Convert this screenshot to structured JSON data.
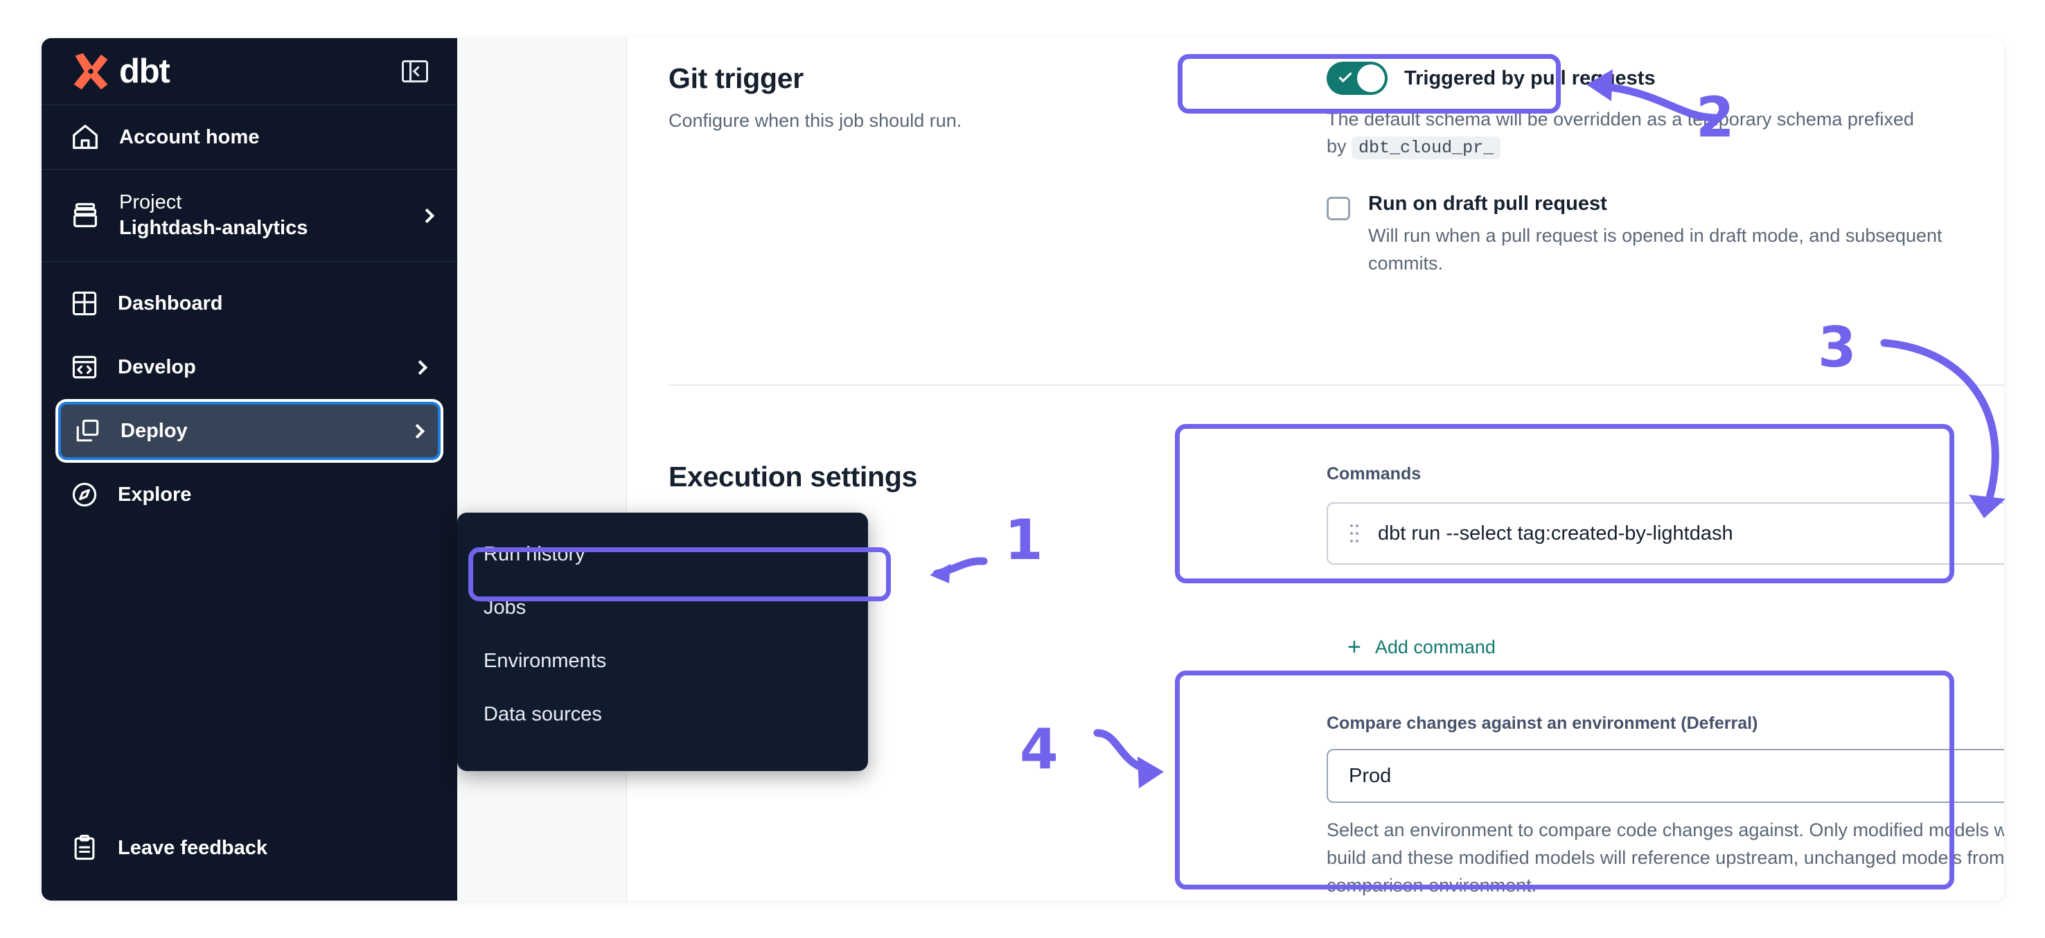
{
  "sidebar": {
    "brand": {
      "word": "dbt",
      "logo_icon": "dbt-logo-icon",
      "collapse_icon": "panel-collapse-icon"
    },
    "account_home": {
      "label": "Account home",
      "icon": "home-icon"
    },
    "project": {
      "top_label": "Project",
      "name": "Lightdash-analytics",
      "icon": "project-stack-icon"
    },
    "nav": [
      {
        "label": "Dashboard",
        "icon": "dashboard-grid-icon",
        "has_chevron": false,
        "active": false
      },
      {
        "label": "Develop",
        "icon": "code-brackets-icon",
        "has_chevron": true,
        "active": false
      },
      {
        "label": "Deploy",
        "icon": "deploy-squares-icon",
        "has_chevron": true,
        "active": true
      },
      {
        "label": "Explore",
        "icon": "compass-icon",
        "has_chevron": false,
        "active": false
      }
    ],
    "footer": {
      "label": "Leave feedback",
      "icon": "clipboard-icon"
    }
  },
  "flyout": {
    "items": [
      {
        "label": "Run history"
      },
      {
        "label": "Jobs"
      },
      {
        "label": "Environments"
      },
      {
        "label": "Data sources"
      }
    ]
  },
  "git_trigger": {
    "title": "Git trigger",
    "subtitle": "Configure when this job should run.",
    "toggle_label": "Triggered by pull requests",
    "toggle_on": true,
    "help_prefix": "The default schema will be overridden as a temporary schema prefixed",
    "help_by": "by",
    "help_code": "dbt_cloud_pr_",
    "draft": {
      "title": "Run on draft pull request",
      "checked": false,
      "desc": "Will run when a pull request is opened in draft mode, and subsequent commits."
    }
  },
  "execution": {
    "title": "Execution settings",
    "commands_label": "Commands",
    "commands": [
      {
        "text": "dbt run --select tag:created-by-lightdash",
        "drag_icon": "drag-handle-icon"
      }
    ],
    "add_command_label": "Add command",
    "add_command_icon": "plus-icon",
    "deferral": {
      "label": "Compare changes against an environment (Deferral)",
      "value": "Prod",
      "chevron_icon": "chevron-down-icon",
      "desc": "Select an environment to compare code changes against. Only modified models will build and these modified models will reference upstream, unchanged models from the comparison environment."
    }
  },
  "annotations": {
    "color": "#7163eb",
    "markers": [
      {
        "number": "1"
      },
      {
        "number": "2"
      },
      {
        "number": "3"
      },
      {
        "number": "4"
      }
    ]
  },
  "colors": {
    "sidebar_bg": "#0e1627",
    "accent_teal": "#11796f",
    "active_border": "#1f7ce0",
    "annotation_purple": "#7163eb",
    "brand_orange": "#ff694a"
  }
}
